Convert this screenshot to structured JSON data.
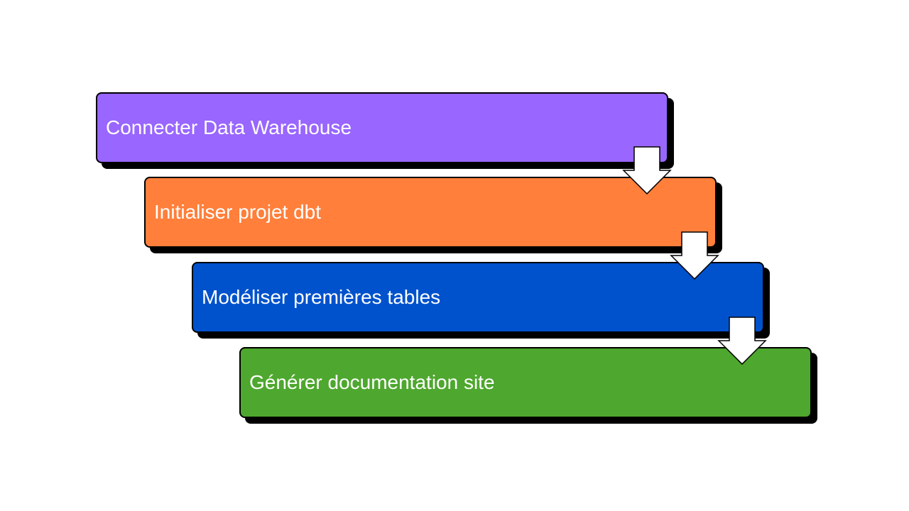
{
  "diagram": {
    "steps": [
      {
        "label": "Connecter Data Warehouse",
        "color": "#9966FF"
      },
      {
        "label": "Initialiser projet dbt",
        "color": "#FF7F3B"
      },
      {
        "label": "Modéliser premières tables",
        "color": "#0052CC"
      },
      {
        "label": "Générer documentation site",
        "color": "#4EA72E"
      }
    ],
    "connector_icon": "down-arrow-icon",
    "shadow_color": "#000000",
    "arrow_fill": "#ffffff"
  }
}
